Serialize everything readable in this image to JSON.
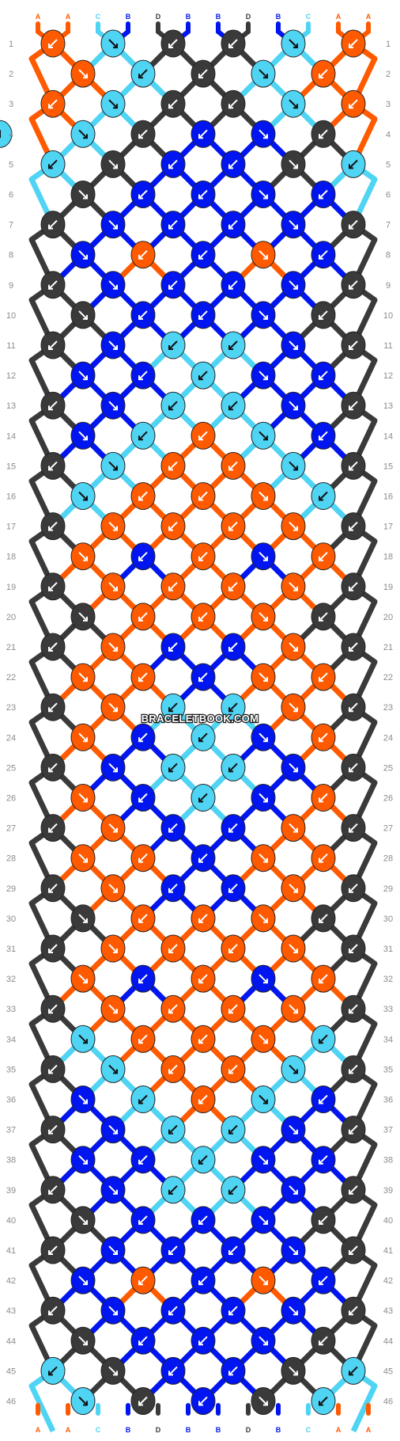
{
  "watermark": "BRACELETBOOK.COM",
  "strand_colors": {
    "A": "#ff5a00",
    "B": "#0015f0",
    "C": "#4fd4f4",
    "D": "#3a3a3a"
  },
  "strands": [
    "A",
    "A",
    "C",
    "B",
    "D",
    "B",
    "B",
    "D",
    "B",
    "C",
    "A",
    "A"
  ],
  "row_count": 46,
  "row_numbers": [
    "1",
    "2",
    "3",
    "4",
    "5",
    "6",
    "7",
    "8",
    "9",
    "10",
    "11",
    "12",
    "13",
    "14",
    "15",
    "16",
    "17",
    "18",
    "19",
    "20",
    "21",
    "22",
    "23",
    "24",
    "25",
    "26",
    "27",
    "28",
    "29",
    "30",
    "31",
    "32",
    "33",
    "34",
    "35",
    "36",
    "37",
    "38",
    "39",
    "40",
    "41",
    "42",
    "43",
    "44",
    "45",
    "46"
  ],
  "knots": [
    [
      "A",
      "C",
      "D",
      "D",
      "C",
      "A"
    ],
    [
      "A",
      "C",
      "D",
      "C",
      "A"
    ],
    [
      "A",
      "C",
      "D",
      "D",
      "C",
      "A"
    ],
    [
      "C",
      "D",
      "B",
      "B",
      "D",
      "C"
    ],
    [
      "C",
      "D",
      "B",
      "B",
      "D",
      "C"
    ],
    [
      "D",
      "B",
      "B",
      "B",
      "B"
    ],
    [
      "D",
      "B",
      "B",
      "B",
      "B",
      "D"
    ],
    [
      "B",
      "A",
      "B",
      "A",
      "B"
    ],
    [
      "D",
      "B",
      "B",
      "B",
      "B",
      "D"
    ],
    [
      "D",
      "B",
      "B",
      "B",
      "D"
    ],
    [
      "D",
      "B",
      "C",
      "C",
      "B",
      "D"
    ],
    [
      "B",
      "B",
      "C",
      "B",
      "B"
    ],
    [
      "D",
      "B",
      "C",
      "C",
      "B",
      "D"
    ],
    [
      "B",
      "C",
      "A",
      "C",
      "B"
    ],
    [
      "D",
      "C",
      "A",
      "A",
      "C",
      "D"
    ],
    [
      "C",
      "A",
      "A",
      "A",
      "C"
    ],
    [
      "D",
      "A",
      "A",
      "A",
      "A",
      "D"
    ],
    [
      "A",
      "B",
      "A",
      "B",
      "A"
    ],
    [
      "D",
      "A",
      "A",
      "A",
      "A",
      "D"
    ],
    [
      "D",
      "A",
      "A",
      "A",
      "D"
    ],
    [
      "D",
      "A",
      "B",
      "B",
      "A",
      "D"
    ],
    [
      "A",
      "A",
      "B",
      "A",
      "A"
    ],
    [
      "D",
      "A",
      "C",
      "C",
      "A",
      "D"
    ],
    [
      "A",
      "B",
      "C",
      "B",
      "A"
    ],
    [
      "D",
      "B",
      "C",
      "C",
      "B",
      "D"
    ],
    [
      "A",
      "B",
      "C",
      "B",
      "A"
    ],
    [
      "D",
      "A",
      "B",
      "B",
      "A",
      "D"
    ],
    [
      "A",
      "A",
      "B",
      "A",
      "A"
    ],
    [
      "D",
      "A",
      "B",
      "B",
      "A",
      "D"
    ],
    [
      "D",
      "A",
      "A",
      "A",
      "D"
    ],
    [
      "D",
      "A",
      "A",
      "A",
      "A",
      "D"
    ],
    [
      "A",
      "B",
      "A",
      "B",
      "A"
    ],
    [
      "D",
      "A",
      "A",
      "A",
      "A",
      "D"
    ],
    [
      "C",
      "A",
      "A",
      "A",
      "C"
    ],
    [
      "D",
      "C",
      "A",
      "A",
      "C",
      "D"
    ],
    [
      "B",
      "C",
      "A",
      "C",
      "B"
    ],
    [
      "D",
      "B",
      "C",
      "C",
      "B",
      "D"
    ],
    [
      "B",
      "B",
      "C",
      "B",
      "B"
    ],
    [
      "D",
      "B",
      "C",
      "C",
      "B",
      "D"
    ],
    [
      "D",
      "B",
      "B",
      "B",
      "D"
    ],
    [
      "D",
      "B",
      "B",
      "B",
      "B",
      "D"
    ],
    [
      "B",
      "A",
      "B",
      "A",
      "B"
    ],
    [
      "D",
      "B",
      "B",
      "B",
      "B",
      "D"
    ],
    [
      "D",
      "B",
      "B",
      "B",
      "D"
    ],
    [
      "C",
      "D",
      "B",
      "B",
      "D",
      "C"
    ],
    [
      "C",
      "D",
      "B",
      "D",
      "C"
    ]
  ]
}
